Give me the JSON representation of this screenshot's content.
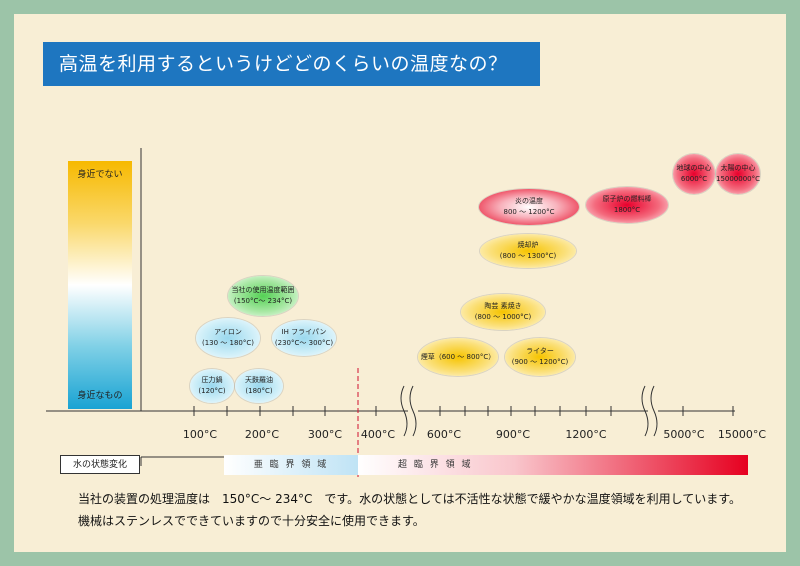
{
  "title": "高温を利用するというけどどのくらいの温度なの？",
  "scale": {
    "top_label": "身近でない",
    "bottom_label": "身近なもの"
  },
  "axis": {
    "ticks": [
      "100°C",
      "200°C",
      "300°C",
      "400°C",
      "600°C",
      "900°C",
      "1200°C",
      "5000°C",
      "15000°C"
    ]
  },
  "bubbles": [
    {
      "name": "pressure-cooker",
      "label": "圧力鍋",
      "range": "(120°C)",
      "color": "blue"
    },
    {
      "name": "tempura-oil",
      "label": "天麩羅油",
      "range": "(180°C)",
      "color": "blue"
    },
    {
      "name": "iron",
      "label": "アイロン",
      "range": "(130 ～ 180°C)",
      "color": "blue"
    },
    {
      "name": "frying-pan",
      "label": "IH フライパン",
      "range": "(230°C～ 300°C)",
      "color": "blue"
    },
    {
      "name": "company-range",
      "label": "当社の使用温度範囲",
      "range": "(150°C～ 234°C)",
      "color": "green"
    },
    {
      "name": "cigarette",
      "label": "煙草（600 ～ 800°C）",
      "range": "",
      "color": "yellow"
    },
    {
      "name": "lighter",
      "label": "ライター",
      "range": "(900 ～ 1200°C)",
      "color": "yellow"
    },
    {
      "name": "pottery",
      "label": "陶芸 素焼き",
      "range": "(800 ～ 1000°C)",
      "color": "yellow"
    },
    {
      "name": "incinerator",
      "label": "焼却炉",
      "range": "(800 ～ 1300°C)",
      "color": "yellow"
    },
    {
      "name": "flame",
      "label": "炎の温度",
      "range": "800 ～ 1200°C",
      "color": "red-inv"
    },
    {
      "name": "reactor-fuel",
      "label": "原子炉の燃料棒",
      "range": "1800°C",
      "color": "red"
    },
    {
      "name": "earth-core",
      "label": "地球の中心",
      "range": "6000°C",
      "color": "red"
    },
    {
      "name": "sun-core",
      "label": "太陽の中心",
      "range": "15000000°C",
      "color": "red"
    }
  ],
  "water": {
    "label": "水の状態変化",
    "subcritical": "亜 臨 界 領 域",
    "supercritical": "超 臨 界 領 域"
  },
  "notes": [
    "当社の装置の処理温度は　150°C～ 234°C　です。水の状態としては不活性な状態で緩やかな温度領域を利用しています。",
    "機械はステンレスでできていますので十分安全に使用できます。"
  ]
}
